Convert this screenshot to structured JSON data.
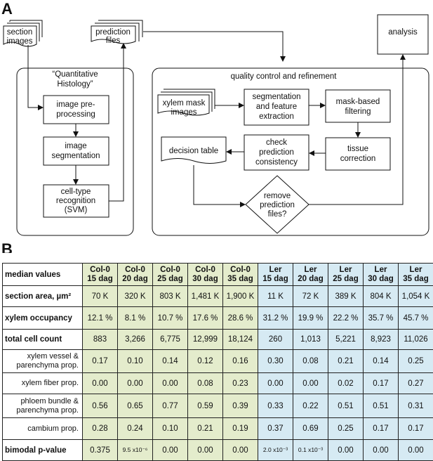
{
  "panel_a": {
    "letter": "A",
    "inputs": {
      "section_images": [
        "section",
        "images"
      ],
      "prediction_files": [
        "prediction",
        "files"
      ],
      "analysis": "analysis"
    },
    "qh_group": {
      "title": [
        "“Quantitative",
        "Histology”"
      ],
      "steps": [
        [
          "image pre-",
          "processing"
        ],
        [
          "image",
          "segmentation"
        ],
        [
          "cell-type",
          "recognition",
          "(SVM)"
        ]
      ]
    },
    "qc_group": {
      "title": "quality control and refinement",
      "xylem_mask_images": [
        "xylem mask",
        "images"
      ],
      "segmentation": [
        "segmentation",
        "and feature",
        "extraction"
      ],
      "mask_filtering": [
        "mask-based",
        "filtering"
      ],
      "tissue_correction": [
        "tissue",
        "correction"
      ],
      "check_consistency": [
        "check",
        "prediction",
        "consistency"
      ],
      "decision_table": "decision table",
      "remove_files": [
        "remove",
        "prediction",
        "files?"
      ]
    }
  },
  "panel_b": {
    "letter": "B",
    "header_label": "median values",
    "columns": [
      [
        "Col-0",
        "15 dag"
      ],
      [
        "Col-0",
        "20 dag"
      ],
      [
        "Col-0",
        "25 dag"
      ],
      [
        "Col-0",
        "30 dag"
      ],
      [
        "Col-0",
        "35 dag"
      ],
      [
        "Ler",
        "15 dag"
      ],
      [
        "Ler",
        "20 dag"
      ],
      [
        "Ler",
        "25 dag"
      ],
      [
        "Ler",
        "30 dag"
      ],
      [
        "Ler",
        "35 dag"
      ]
    ],
    "rows": [
      {
        "label": "section area, µm²",
        "bold": true,
        "values": [
          "70 K",
          "320 K",
          "803 K",
          "1,481 K",
          "1,900 K",
          "11 K",
          "72 K",
          "389 K",
          "804 K",
          "1,054 K"
        ]
      },
      {
        "label": "xylem occupancy",
        "bold": true,
        "values": [
          "12.1 %",
          "8.1 %",
          "10.7 %",
          "17.6 %",
          "28.6 %",
          "31.2 %",
          "19.9 %",
          "22.2 %",
          "35.7 %",
          "45.7 %"
        ]
      },
      {
        "label": "total cell count",
        "bold": true,
        "values": [
          "883",
          "3,266",
          "6,775",
          "12,999",
          "18,124",
          "260",
          "1,013",
          "5,221",
          "8,923",
          "11,026"
        ]
      },
      {
        "label": "xylem vessel & parenchyma prop.",
        "bold": false,
        "values": [
          "0.17",
          "0.10",
          "0.14",
          "0.12",
          "0.16",
          "0.30",
          "0.08",
          "0.21",
          "0.14",
          "0.25"
        ]
      },
      {
        "label": "xylem fiber prop.",
        "bold": false,
        "values": [
          "0.00",
          "0.00",
          "0.00",
          "0.08",
          "0.23",
          "0.00",
          "0.00",
          "0.02",
          "0.17",
          "0.27"
        ]
      },
      {
        "label": "phloem bundle & parenchyma prop.",
        "bold": false,
        "values": [
          "0.56",
          "0.65",
          "0.77",
          "0.59",
          "0.39",
          "0.33",
          "0.22",
          "0.51",
          "0.51",
          "0.31"
        ]
      },
      {
        "label": "cambium prop.",
        "bold": false,
        "values": [
          "0.28",
          "0.24",
          "0.10",
          "0.21",
          "0.19",
          "0.37",
          "0.69",
          "0.25",
          "0.17",
          "0.17"
        ]
      },
      {
        "label": "bimodal p-value",
        "bold": true,
        "values": [
          "0.375",
          "9.5 x10⁻⁶",
          "0.00",
          "0.00",
          "0.00",
          "2.0 x10⁻³",
          "0.1 x10⁻³",
          "0.00",
          "0.00",
          "0.00"
        ]
      }
    ]
  }
}
